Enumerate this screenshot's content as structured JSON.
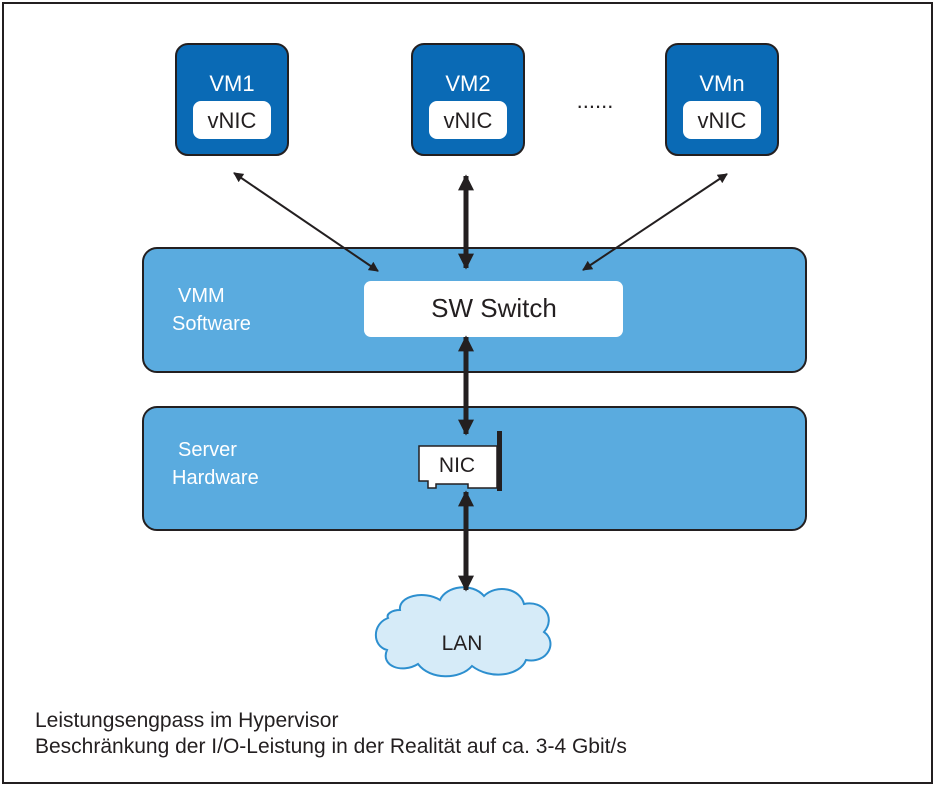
{
  "colors": {
    "vm_fill": "#0a6ab5",
    "layer_fill": "#5aabdf",
    "cloud_fill": "#d6ebf8",
    "stroke": "#231f20",
    "white": "#ffffff"
  },
  "vms": [
    {
      "name": "VM1",
      "nic": "vNIC"
    },
    {
      "name": "VM2",
      "nic": "vNIC"
    },
    {
      "name": "VMn",
      "nic": "vNIC"
    }
  ],
  "ellipsis": "......",
  "vmm": {
    "line1": "VMM",
    "line2": "Software",
    "switch_label": "SW Switch"
  },
  "server": {
    "line1": "Server",
    "line2": "Hardware",
    "nic_label": "NIC"
  },
  "network": {
    "label": "LAN"
  },
  "caption": {
    "line1": "Leistungsengpass im Hypervisor",
    "line2": "Beschränkung der I/O-Leistung in der Realität auf ca. 3-4 Gbit/s"
  }
}
